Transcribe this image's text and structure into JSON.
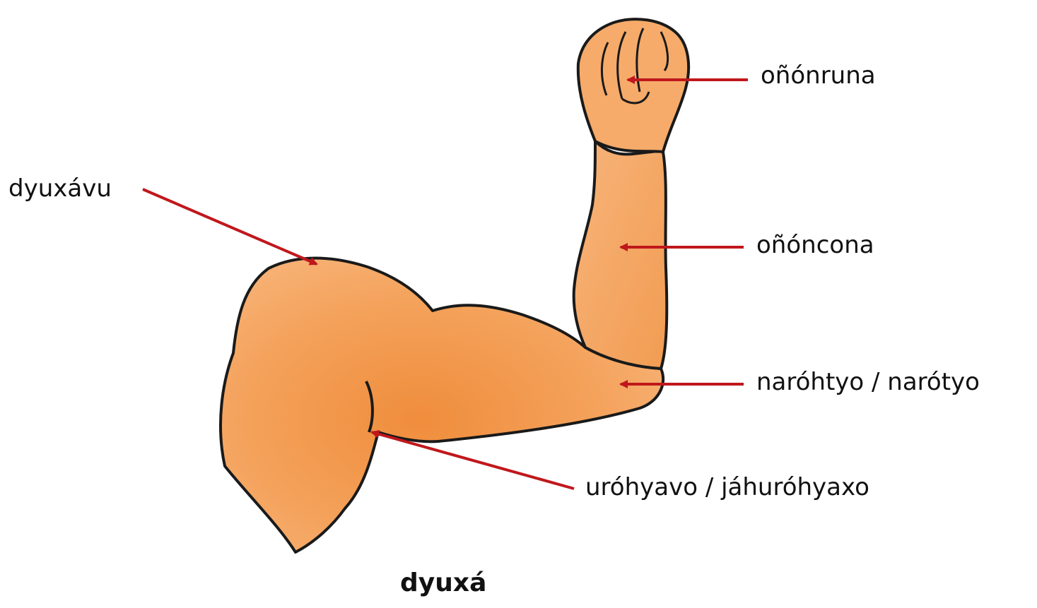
{
  "title": "dyuxá",
  "labels": {
    "fist": "oñónruna",
    "shoulder": "dyuxávu",
    "forearm": "oñóncona",
    "elbow": "naróhtyo / narótyo",
    "armpit": "uróhyavo / jáhuróhyaxo"
  },
  "colors": {
    "skin": "#f5a560",
    "skin_shadow": "#ec8a3a",
    "outline": "#1a1a1a",
    "arrow": "#c0181c"
  }
}
